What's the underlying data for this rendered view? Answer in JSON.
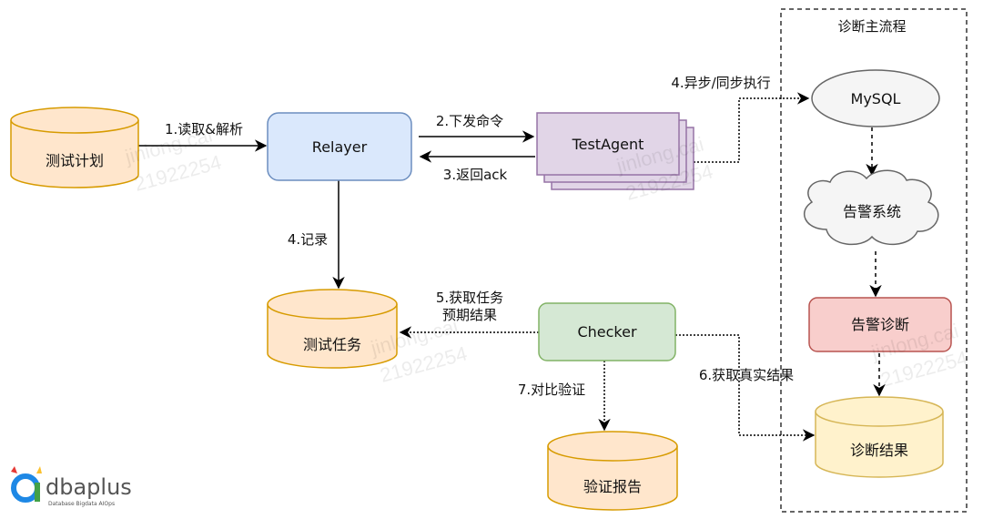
{
  "group": {
    "title": "诊断主流程"
  },
  "nodes": {
    "test_plan": "测试计划",
    "relayer": "Relayer",
    "test_agent": "TestAgent",
    "mysql": "MySQL",
    "alert_system": "告警系统",
    "alert_diagnosis": "告警诊断",
    "diagnosis_result": "诊断结果",
    "test_task": "测试任务",
    "checker": "Checker",
    "verify_report": "验证报告"
  },
  "edges": {
    "e1": "1.读取&解析",
    "e2": "2.下发命令",
    "e3": "3.返回ack",
    "e4a": "4.异步/同步执行",
    "e4b": "4.记录",
    "e5_line1": "5.获取任务",
    "e5_line2": "预期结果",
    "e6": "6.获取真实结果",
    "e7": "7.对比验证"
  },
  "watermark": {
    "name": "jinlong.cai",
    "id": "21922254"
  },
  "logo": {
    "name": "dbaplus",
    "tagline": "Database  Bigdata  AIOps"
  },
  "colors": {
    "cylinder_orange": "#ffe6cc",
    "cylinder_orange_stroke": "#d79b00",
    "blue": "#dae8fc",
    "blue_stroke": "#6c8ebf",
    "purple": "#e1d5e7",
    "purple_stroke": "#9673a6",
    "green": "#d5e8d4",
    "green_stroke": "#82b366",
    "red": "#f8cecc",
    "red_stroke": "#b85450",
    "yellow": "#fff2cc",
    "yellow_stroke": "#d6b656",
    "gray": "#f5f5f5",
    "gray_stroke": "#666666"
  }
}
